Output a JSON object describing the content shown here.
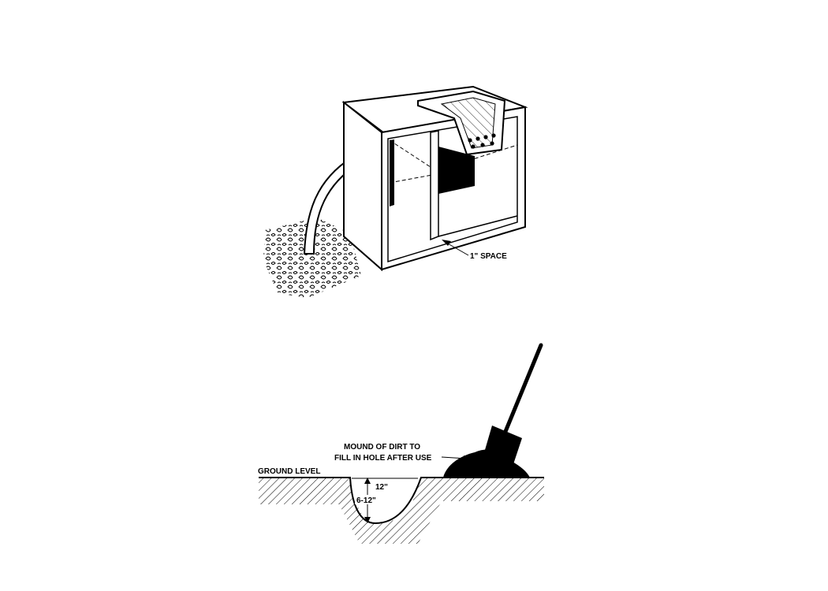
{
  "figure_top": {
    "space_label": "1\" SPACE"
  },
  "figure_bottom": {
    "mound_label_line1": "MOUND OF DIRT TO",
    "mound_label_line2": "FILL IN HOLE AFTER USE",
    "ground_label": "GROUND LEVEL",
    "width_label": "12\"",
    "depth_label": "6-12\""
  }
}
